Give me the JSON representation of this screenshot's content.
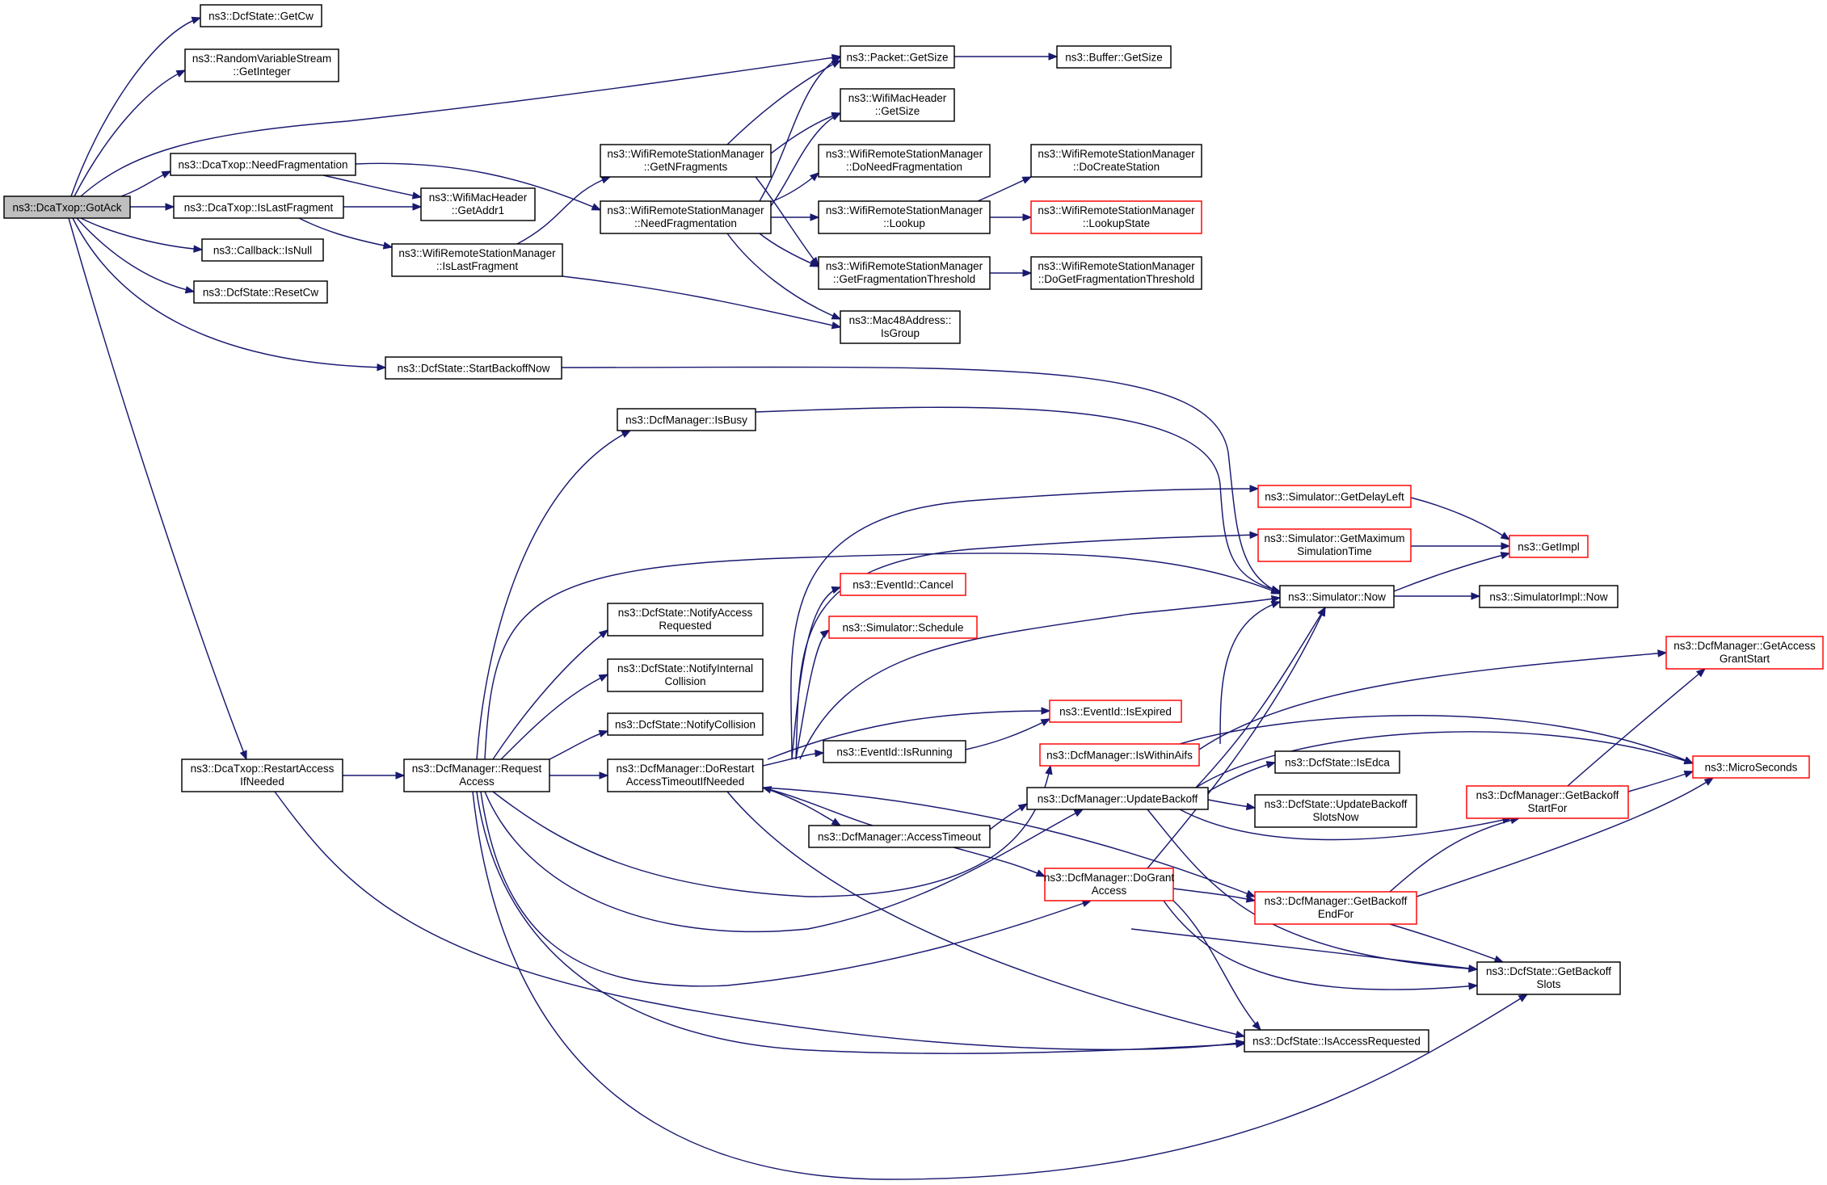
{
  "nodes": {
    "gotack": [
      "ns3::DcaTxop::GotAck"
    ],
    "getcw": [
      "ns3::DcfState::GetCw"
    ],
    "getinteger": [
      "ns3::RandomVariableStream",
      "::GetInteger"
    ],
    "needfrag": [
      "ns3::DcaTxop::NeedFragmentation"
    ],
    "islastfrag": [
      "ns3::DcaTxop::IsLastFragment"
    ],
    "isnull": [
      "ns3::Callback::IsNull"
    ],
    "resetcw": [
      "ns3::DcfState::ResetCw"
    ],
    "startbackoffnow": [
      "ns3::DcfState::StartBackoffNow"
    ],
    "restartaccess": [
      "ns3::DcaTxop::RestartAccess",
      "IfNeeded"
    ],
    "getaddr1": [
      "ns3::WifiMacHeader",
      "::GetAddr1"
    ],
    "wrsm_islastfrag": [
      "ns3::WifiRemoteStationManager",
      "::IsLastFragment"
    ],
    "getnfrag": [
      "ns3::WifiRemoteStationManager",
      "::GetNFragments"
    ],
    "wrsm_needfrag": [
      "ns3::WifiRemoteStationManager",
      "::NeedFragmentation"
    ],
    "packet_getsize": [
      "ns3::Packet::GetSize"
    ],
    "buffer_getsize": [
      "ns3::Buffer::GetSize"
    ],
    "machdr_getsize": [
      "ns3::WifiMacHeader",
      "::GetSize"
    ],
    "doneedfrag": [
      "ns3::WifiRemoteStationManager",
      "::DoNeedFragmentation"
    ],
    "lookup": [
      "ns3::WifiRemoteStationManager",
      "::Lookup"
    ],
    "getfragthresh": [
      "ns3::WifiRemoteStationManager",
      "::GetFragmentationThreshold"
    ],
    "docreatestation": [
      "ns3::WifiRemoteStationManager",
      "::DoCreateStation"
    ],
    "lookupstate": [
      "ns3::WifiRemoteStationManager",
      "::LookupState"
    ],
    "dogetfragthresh": [
      "ns3::WifiRemoteStationManager",
      "::DoGetFragmentationThreshold"
    ],
    "isgroup": [
      "ns3::Mac48Address::",
      "IsGroup"
    ],
    "isbusy": [
      "ns3::DcfManager::IsBusy"
    ],
    "requestaccess": [
      "ns3::DcfManager::Request",
      "Access"
    ],
    "notifyaccessreq": [
      "ns3::DcfState::NotifyAccess",
      "Requested"
    ],
    "notifyinternal": [
      "ns3::DcfState::NotifyInternal",
      "Collision"
    ],
    "notifycollision": [
      "ns3::DcfState::NotifyCollision"
    ],
    "dorestart": [
      "ns3::DcfManager::DoRestart",
      "AccessTimeoutIfNeeded"
    ],
    "cancel": [
      "ns3::EventId::Cancel"
    ],
    "schedule": [
      "ns3::Simulator::Schedule"
    ],
    "isrunning": [
      "ns3::EventId::IsRunning"
    ],
    "accesstimeout": [
      "ns3::DcfManager::AccessTimeout"
    ],
    "getdelayleft": [
      "ns3::Simulator::GetDelayLeft"
    ],
    "getmaxsim": [
      "ns3::Simulator::GetMaximum",
      "SimulationTime"
    ],
    "now": [
      "ns3::Simulator::Now"
    ],
    "isexpired": [
      "ns3::EventId::IsExpired"
    ],
    "iswithinaifs": [
      "ns3::DcfManager::IsWithinAifs"
    ],
    "updatebackoff": [
      "ns3::DcfManager::UpdateBackoff"
    ],
    "dogrant": [
      "ns3::DcfManager::DoGrant",
      "Access"
    ],
    "getimpl": [
      "ns3::GetImpl"
    ],
    "simimpl_now": [
      "ns3::SimulatorImpl::Now"
    ],
    "isedca": [
      "ns3::DcfState::IsEdca"
    ],
    "updatebackoffslots": [
      "ns3::DcfState::UpdateBackoff",
      "SlotsNow"
    ],
    "getbackoffendfor": [
      "ns3::DcfManager::GetBackoff",
      "EndFor"
    ],
    "getbackoffstartfor": [
      "ns3::DcfManager::GetBackoff",
      "StartFor"
    ],
    "getaccessgrant": [
      "ns3::DcfManager::GetAccess",
      "GrantStart"
    ],
    "microseconds": [
      "ns3::MicroSeconds"
    ],
    "getbackoffslots": [
      "ns3::DcfState::GetBackoff",
      "Slots"
    ],
    "isaccessreq": [
      "ns3::DcfState::IsAccessRequested"
    ]
  },
  "colors": {
    "edge": "#191970",
    "node_border": "#000000",
    "node_border_truncated": "#ff0000",
    "root_fill": "#bfbfbf",
    "background": "#ffffff"
  }
}
